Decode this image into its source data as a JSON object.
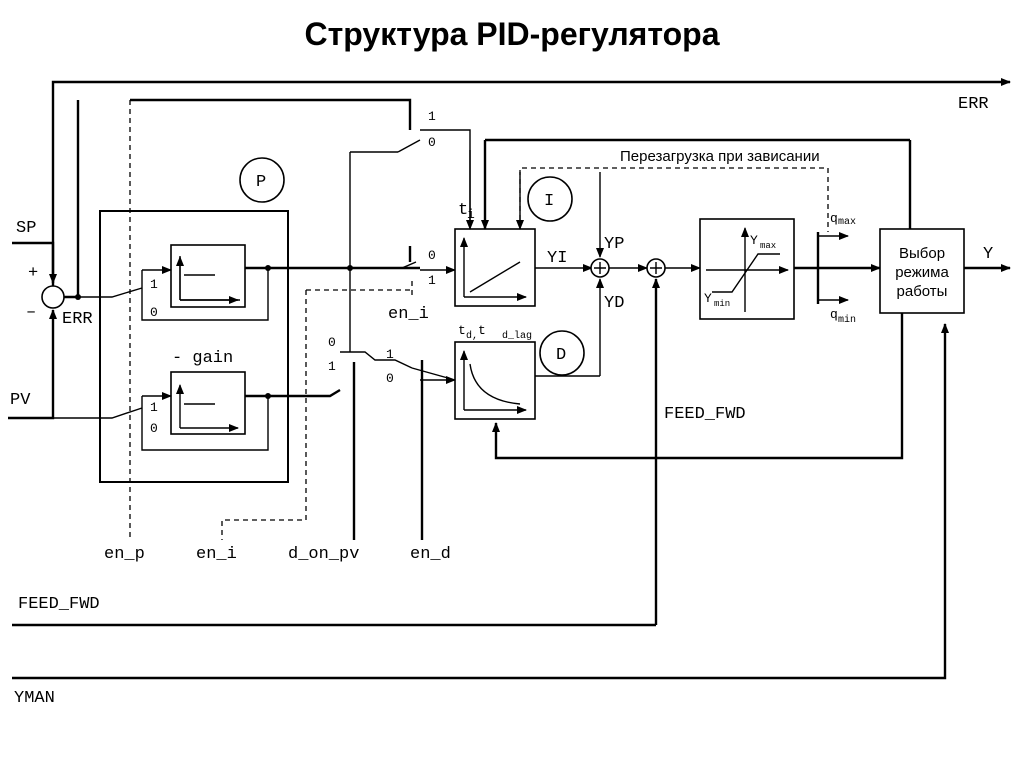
{
  "title": "Структура PID-регулятора",
  "labels": {
    "err_out": "ERR",
    "sp": "SP",
    "pv": "PV",
    "plus": "+",
    "minus": "–",
    "err_sum": "ERR",
    "p_circle": "P",
    "i_circle": "I",
    "d_circle": "D",
    "gain": "- gain",
    "ti": "t",
    "ti_sub": "i",
    "td": "t",
    "td_sub": "d,",
    "td_lag": " t",
    "td_lag_sub": "d_lag",
    "yi": "YI",
    "yp": "YP",
    "yd": "YD",
    "ymax": "Y",
    "ymax_sub": "max",
    "ymin": "Y",
    "ymin_sub": "min",
    "qmax": "q",
    "qmax_sub": "max",
    "qmin": "q",
    "qmin_sub": "min",
    "select_1": "Выбор",
    "select_2": "режима",
    "select_3": "работы",
    "y": "Y",
    "overload": "Перезагрузка при зависании",
    "feed_fwd_mid": "FEED_FWD",
    "feed_fwd_in": "FEED_FWD",
    "yman": "YMAN",
    "en_i_mid": "en_i",
    "en_p": "en_p",
    "en_i": "en_i",
    "d_on_pv": "d_on_pv",
    "en_d": "en_d",
    "sw_1": "1",
    "sw_0": "0",
    "sw_p_1": "1",
    "sw_p_0": "0",
    "sw_g_1": "1",
    "sw_g_0": "0",
    "sw_i_0": "0",
    "sw_i_1": "1",
    "sw_dpv_0": "0",
    "sw_dpv_1": "1",
    "sw_d_1": "1",
    "sw_d_0": "0"
  }
}
